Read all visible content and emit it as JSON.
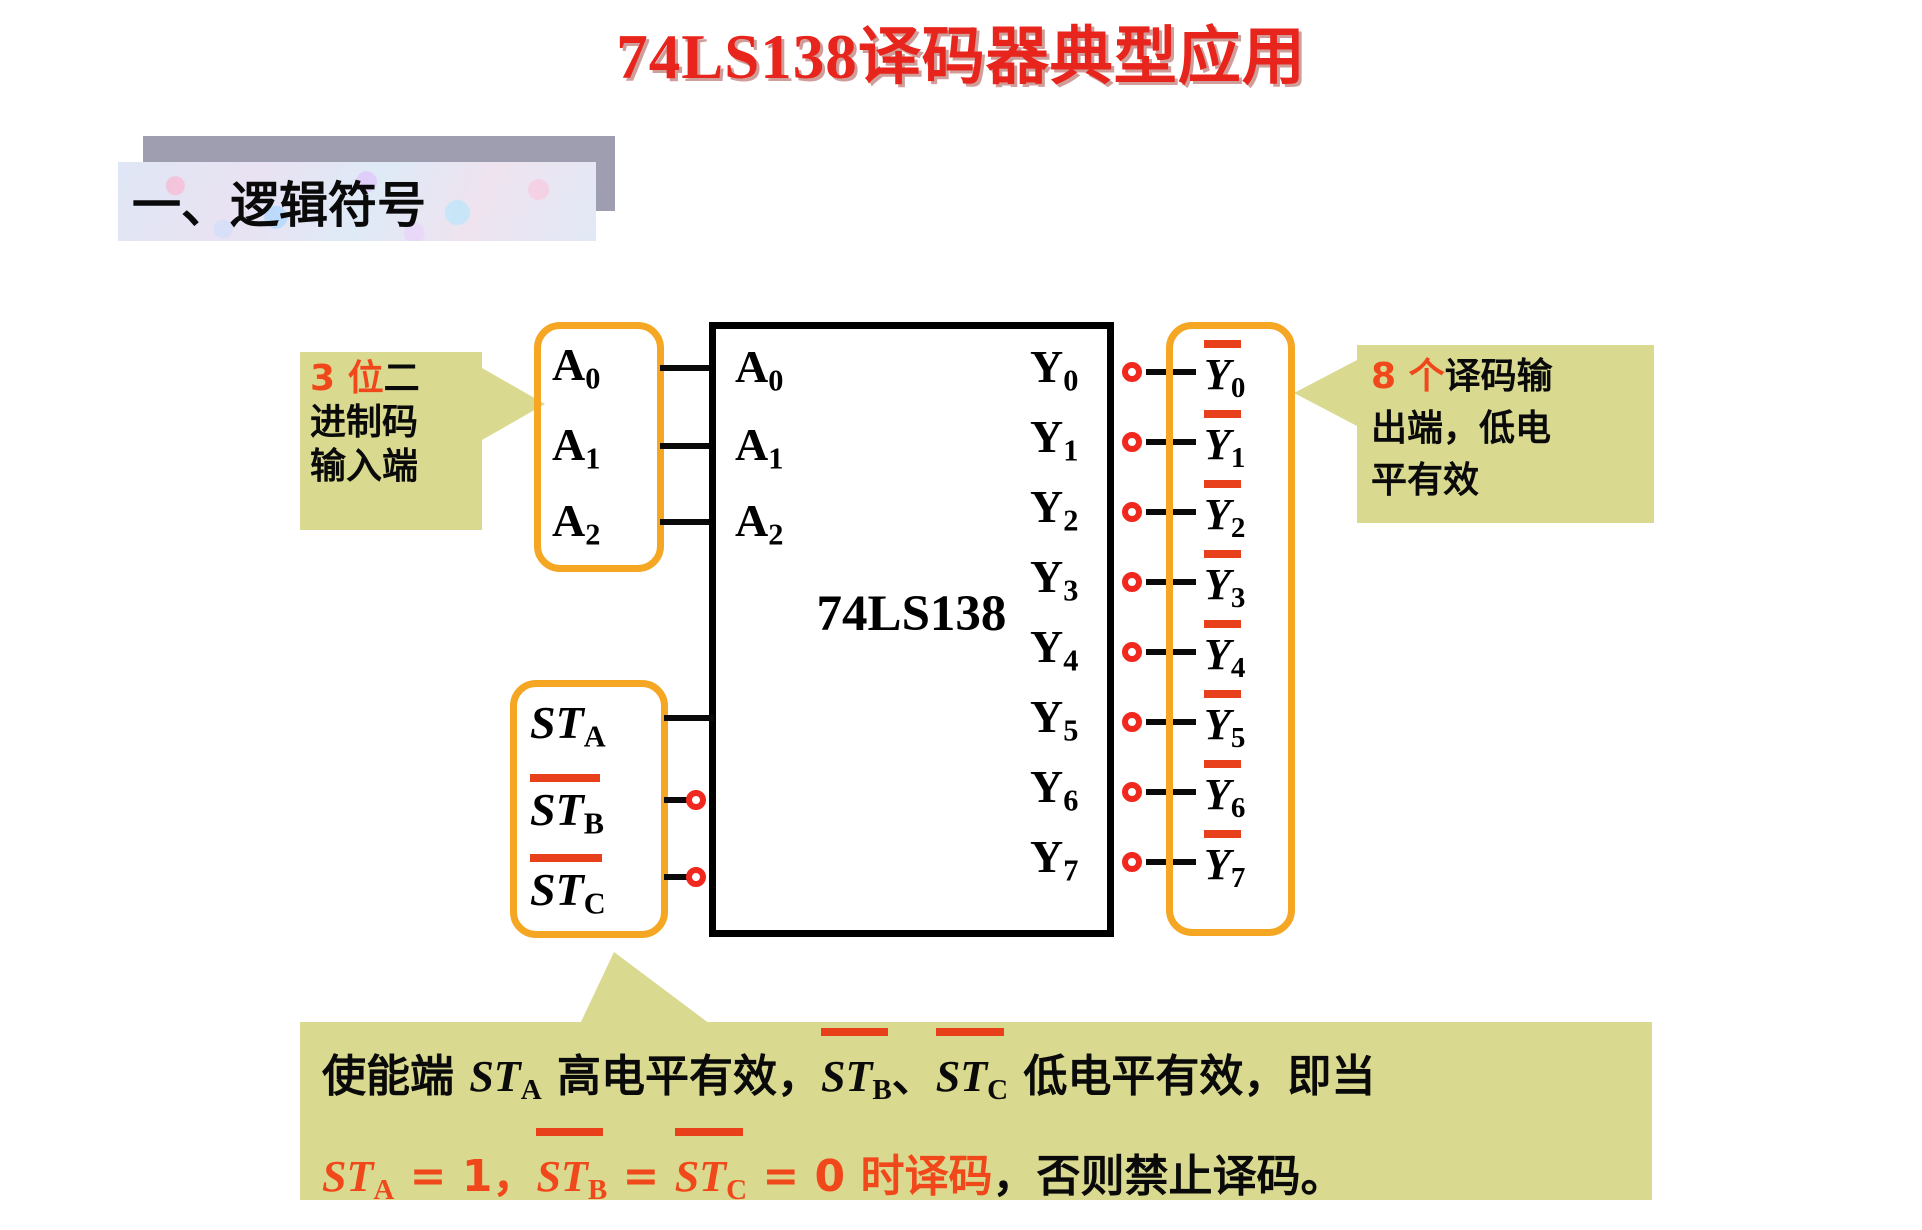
{
  "title": "74LS138译码器典型应用",
  "section": {
    "index": "一、",
    "label": "逻辑符号",
    "full": "一、逻辑符号"
  },
  "chip": {
    "name": "74LS138",
    "inputs": [
      {
        "letter": "A",
        "sub": "0"
      },
      {
        "letter": "A",
        "sub": "1"
      },
      {
        "letter": "A",
        "sub": "2"
      }
    ],
    "outputs": [
      {
        "letter": "Y",
        "sub": "0"
      },
      {
        "letter": "Y",
        "sub": "1"
      },
      {
        "letter": "Y",
        "sub": "2"
      },
      {
        "letter": "Y",
        "sub": "3"
      },
      {
        "letter": "Y",
        "sub": "4"
      },
      {
        "letter": "Y",
        "sub": "5"
      },
      {
        "letter": "Y",
        "sub": "6"
      },
      {
        "letter": "Y",
        "sub": "7"
      }
    ],
    "enables": [
      {
        "letter": "ST",
        "sub": "A",
        "overline": false,
        "bubble": false
      },
      {
        "letter": "ST",
        "sub": "B",
        "overline": true,
        "bubble": true
      },
      {
        "letter": "ST",
        "sub": "C",
        "overline": true,
        "bubble": true
      }
    ]
  },
  "labels": {
    "inputs_box": [
      {
        "letter": "A",
        "sub": "0"
      },
      {
        "letter": "A",
        "sub": "1"
      },
      {
        "letter": "A",
        "sub": "2"
      }
    ],
    "outputs_box": [
      {
        "letter": "Y",
        "sub": "0"
      },
      {
        "letter": "Y",
        "sub": "1"
      },
      {
        "letter": "Y",
        "sub": "2"
      },
      {
        "letter": "Y",
        "sub": "3"
      },
      {
        "letter": "Y",
        "sub": "4"
      },
      {
        "letter": "Y",
        "sub": "5"
      },
      {
        "letter": "Y",
        "sub": "6"
      },
      {
        "letter": "Y",
        "sub": "7"
      }
    ]
  },
  "callouts": {
    "left": {
      "accent": "3 位",
      "rest": "二",
      "line2": "进制码",
      "line3": "输入端",
      "full": "3 位二进制码输入端"
    },
    "right": {
      "accent": "8 个",
      "rest": "译码输",
      "line2": "出端，低电",
      "line3": "平有效",
      "full": "8 个译码输出端，低电平有效"
    },
    "bottom": {
      "line1_a": "使能端 ",
      "line1_st_a": "ST",
      "line1_st_a_sub": "A",
      "line1_b": " 高电平有效，",
      "line1_st_b": "ST",
      "line1_st_b_sub": "B",
      "line1_c": "、",
      "line1_st_c": "ST",
      "line1_st_c_sub": "C",
      "line1_d": " 低电平有效，即当",
      "line2_st_a": "ST",
      "line2_st_a_sub": "A",
      "line2_eq1": " = 1，",
      "line2_st_b": "ST",
      "line2_st_b_sub": "B",
      "line2_eq2": " = ",
      "line2_st_c": "ST",
      "line2_st_c_sub": "C",
      "line2_eq3": " = 0 时译码",
      "line2_tail": "，否则禁止译码。",
      "full": "使能端 STA 高电平有效，STB、STC 低电平有效，即当 STA = 1，STB = STC = 0 时译码，否则禁止译码。"
    }
  },
  "colors": {
    "title_red": "#e8251c",
    "accent_orange": "#f0471b",
    "callout_bg": "#d9d98f",
    "frame_orange": "#f5a623",
    "overline_red": "#e8401a",
    "bubble_red": "#f0281e",
    "wire_black": "#0a0a0a",
    "band_shadow": "#9e9eb0"
  }
}
